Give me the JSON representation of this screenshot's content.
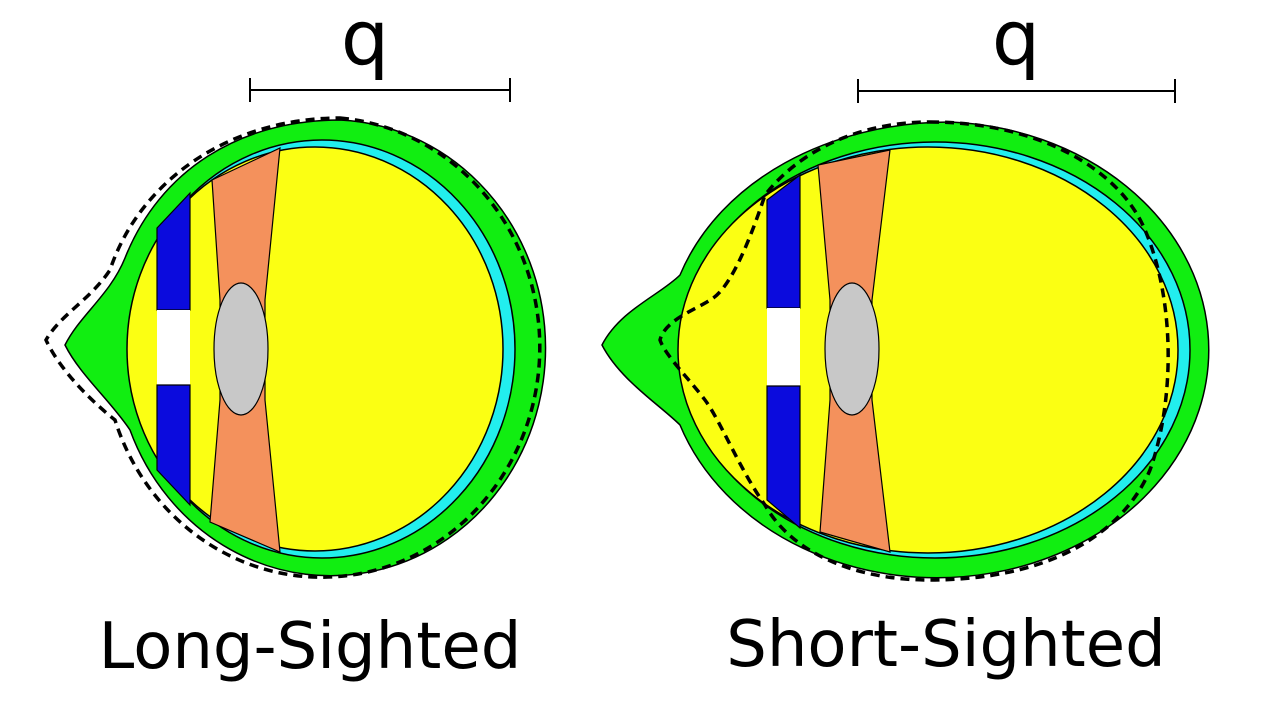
{
  "panels": [
    {
      "id": "long",
      "caption": "Long-Sighted",
      "dimension_label": "q"
    },
    {
      "id": "short",
      "caption": "Short-Sighted",
      "dimension_label": "q"
    }
  ],
  "colors": {
    "sclera": "#11ee11",
    "retina": "#22eeee",
    "vitreous": "#fbff13",
    "iris": "#0b0bdd",
    "pupil": "#ffffff",
    "ciliary": "#f4915c",
    "lens": "#c8c8c8",
    "outline": "#000000"
  }
}
